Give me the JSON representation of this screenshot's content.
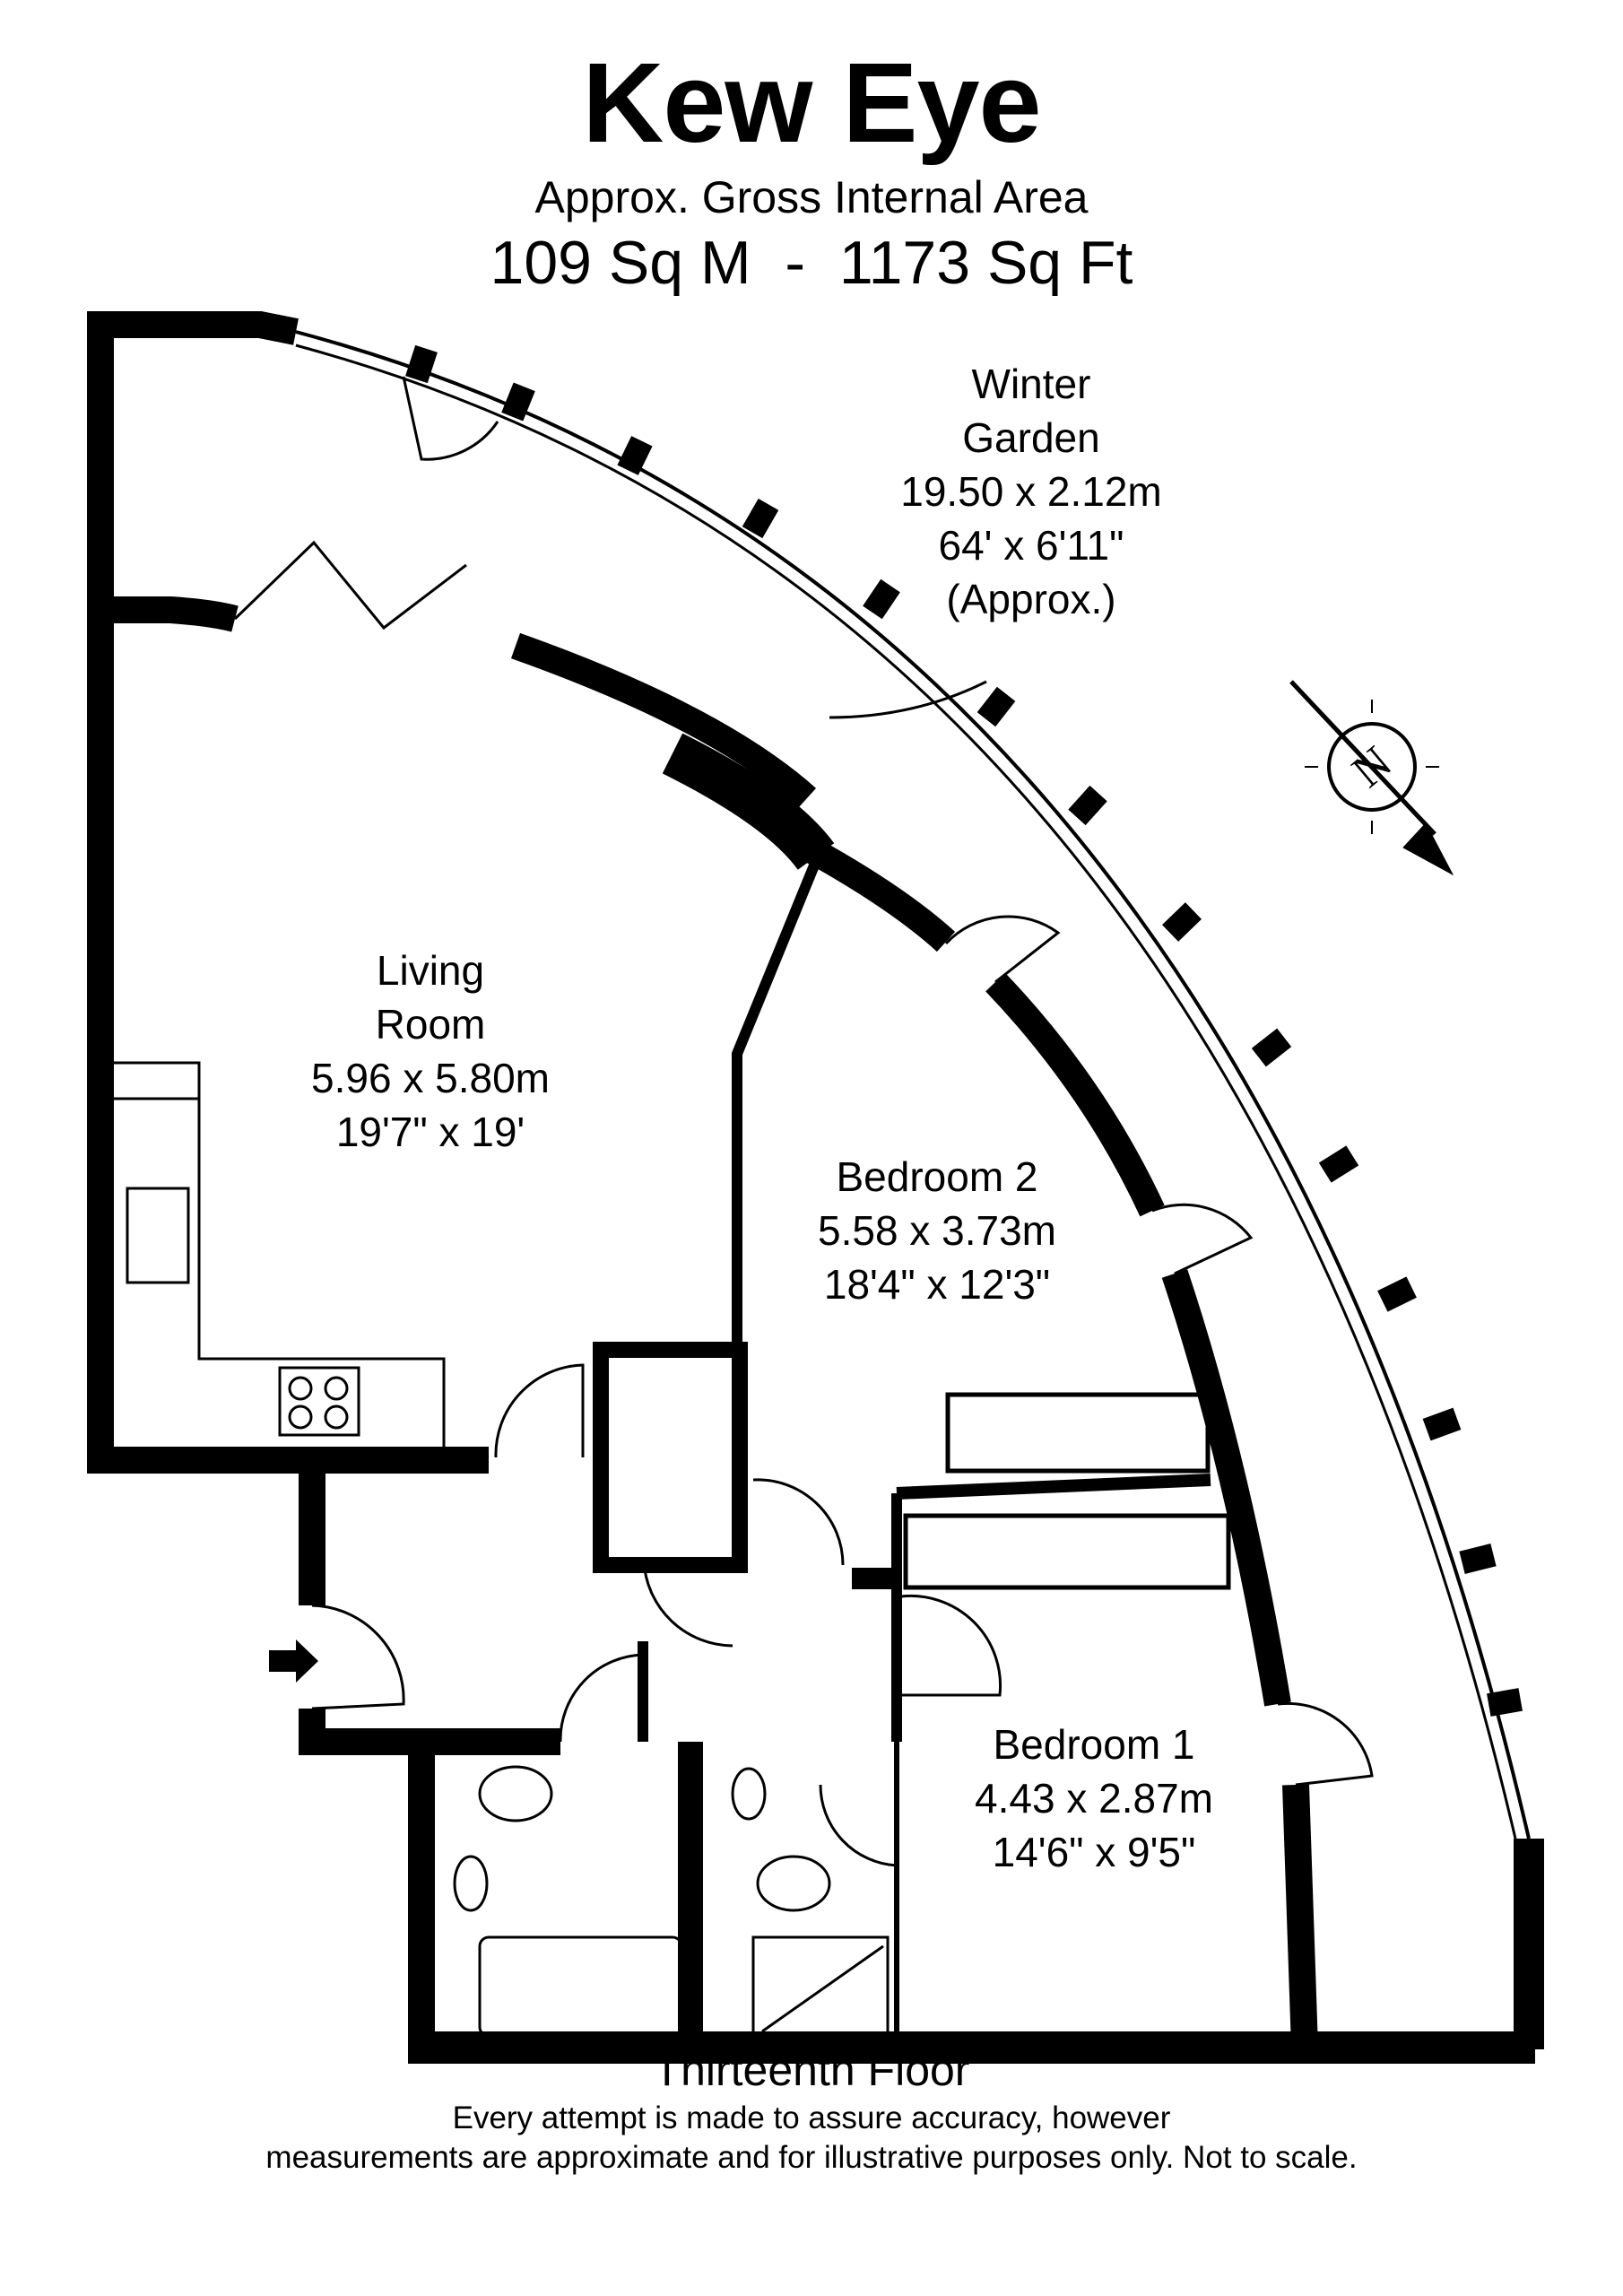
{
  "header": {
    "title": "Kew Eye",
    "area_label": "Approx. Gross Internal Area",
    "area_value": "109 Sq M  -  1173 Sq Ft"
  },
  "rooms": {
    "winter_garden": {
      "name_line1": "Winter",
      "name_line2": "Garden",
      "metric": "19.50 x 2.12m",
      "imperial": "64' x 6'11\"",
      "note": "(Approx.)"
    },
    "living_room": {
      "name_line1": "Living",
      "name_line2": "Room",
      "metric": "5.96 x 5.80m",
      "imperial": "19'7\" x 19'"
    },
    "bedroom_2": {
      "name": "Bedroom 2",
      "metric": "5.58 x 3.73m",
      "imperial": "18'4\" x 12'3\""
    },
    "bedroom_1": {
      "name": "Bedroom 1",
      "metric": "4.43 x 2.87m",
      "imperial": "14'6\" x 9'5\""
    }
  },
  "compass": {
    "letter": "N",
    "icon": "compass-icon"
  },
  "footer": {
    "floor": "Thirteenth Floor",
    "disclaimer_line1": "Every attempt is made to assure accuracy, however",
    "disclaimer_line2": "measurements are approximate and for illustrative purposes only. Not to scale."
  },
  "colors": {
    "wall": "#000000",
    "background": "#ffffff"
  }
}
